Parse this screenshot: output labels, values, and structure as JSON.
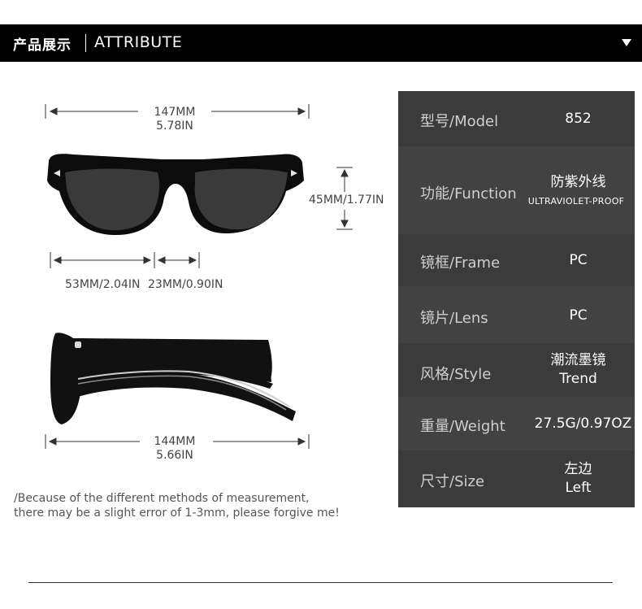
{
  "header": {
    "title_cn": "产品展示",
    "title_en": "ATTRIBUTE"
  },
  "dimensions": {
    "total_width_mm": "147MM",
    "total_width_in": "5.78IN",
    "height": "45MM/1.77IN",
    "lens_width": "53MM/2.04IN",
    "bridge_width": "23MM/0.90IN",
    "temple_mm": "144MM",
    "temple_in": "5.66IN"
  },
  "specs": [
    {
      "label": "型号/Model",
      "value": "852",
      "sub": ""
    },
    {
      "label": "功能/Function",
      "value": "防紫外线",
      "sub": "ULTRAVIOLET-PROOF"
    },
    {
      "label": "镜框/Frame",
      "value": "PC",
      "sub": ""
    },
    {
      "label": "镜片/Lens",
      "value": "PC",
      "sub": ""
    },
    {
      "label": "风格/Style",
      "value": "潮流墨镜",
      "sub": "Trend"
    },
    {
      "label": "重量/Weight",
      "value": "27.5G/0.97OZ",
      "sub": ""
    },
    {
      "label": "尺寸/Size",
      "value": "左边",
      "sub": "Left"
    }
  ],
  "note": {
    "line1": "/Because of the different methods of measurement,",
    "line2": "there may be a slight error of 1-3mm, please forgive me!"
  }
}
